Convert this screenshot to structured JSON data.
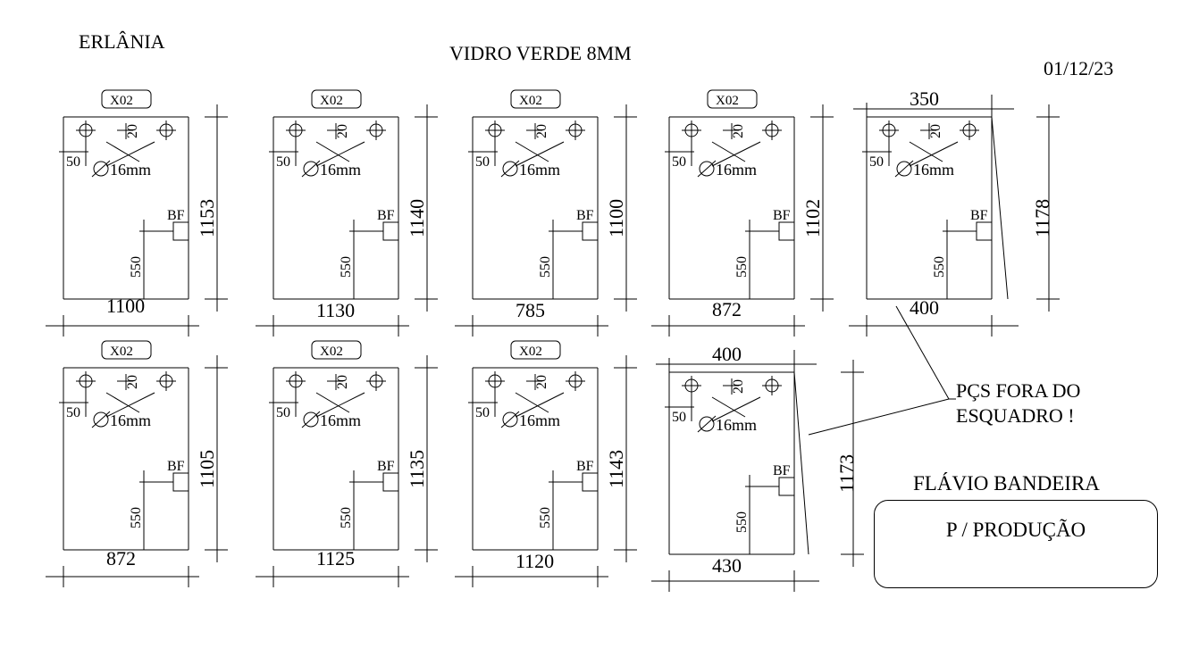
{
  "header": {
    "client": "ERLÂNIA",
    "material": "VIDRO VERDE 8MM",
    "date": "01/12/23"
  },
  "hole_spec": {
    "spacing": "20",
    "edge": "50",
    "diameter": "16mm",
    "bf_label": "BF",
    "bf_offset": "550",
    "code": "X02"
  },
  "pieces": [
    {
      "width": "1100",
      "height": "1153",
      "code": true
    },
    {
      "width": "1130",
      "height": "1140",
      "code": true
    },
    {
      "width": "785",
      "height": "1100",
      "code": true
    },
    {
      "width": "872",
      "height": "1102",
      "code": true
    },
    {
      "width_top": "350",
      "width": "400",
      "height": "1178",
      "code": false
    },
    {
      "width": "872",
      "height": "1105",
      "code": true
    },
    {
      "width": "1125",
      "height": "1135",
      "code": true
    },
    {
      "width": "1120",
      "height": "1143",
      "code": true
    },
    {
      "width_top": "400",
      "width": "430",
      "height": "1173",
      "code": false
    }
  ],
  "note": {
    "line1": "PÇS FORA DO",
    "line2": "ESQUADRO !"
  },
  "signature": "FLÁVIO BANDEIRA",
  "stamp": "P / PRODUÇÃO"
}
